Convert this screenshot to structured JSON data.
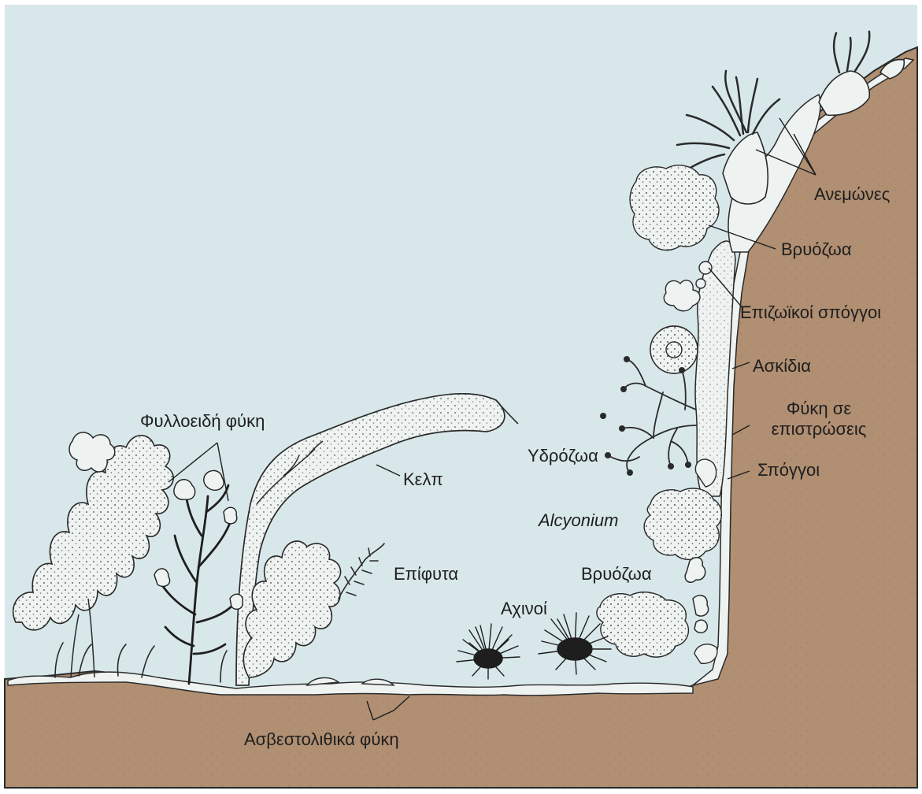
{
  "colors": {
    "water": "#d8e7ea",
    "rock": "#b08f72",
    "organism_fill": "#eef3f2",
    "ink": "#1e1e1e"
  },
  "labels": {
    "anemones": "Ανεμώνες",
    "bryozoa_top": "Βρυόζωα",
    "epizoic_sponges": "Επιζωϊκοί σπόγγοι",
    "ascidians": "Ασκίδια",
    "encrusting_algae_line1": "Φύκη σε",
    "encrusting_algae_line2": "επιστρώσεις",
    "hydrozoa": "Υδρόζωα",
    "sponges": "Σπόγγοι",
    "alcyonium": "Alcyonium",
    "bryozoa_bottom": "Βρυόζωα",
    "sea_urchins": "Αχινοί",
    "epiphytes": "Επίφυτα",
    "kelp": "Κελπ",
    "foliose_algae": "Φυλλοειδή φύκη",
    "calcareous_algae": "Ασβεστολιθικά φύκη"
  }
}
